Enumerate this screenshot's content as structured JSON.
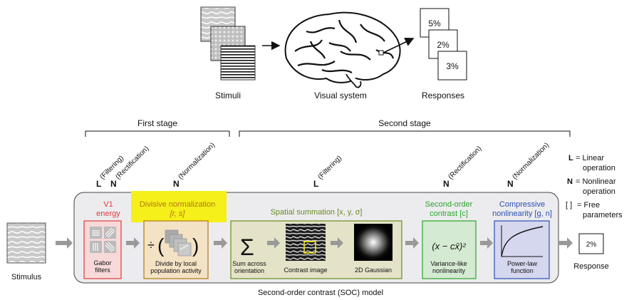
{
  "top": {
    "stimuli_label": "Stimuli",
    "visual_system_label": "Visual system",
    "responses_label": "Responses",
    "responses": [
      "5%",
      "2%",
      "3%"
    ]
  },
  "stages": {
    "first": "First stage",
    "second": "Second stage"
  },
  "operations": [
    {
      "letter": "L",
      "label": "(Filtering)"
    },
    {
      "letter": "N",
      "label": "(Rectification)"
    },
    {
      "letter": "N",
      "label": "(Normalization)"
    },
    {
      "letter": "L",
      "label": "(Filtering)"
    },
    {
      "letter": "N",
      "label": "(Rectification)"
    },
    {
      "letter": "N",
      "label": "(Normalization)"
    }
  ],
  "legend": {
    "l_key": "L",
    "l_text": [
      "= Linear",
      "operation"
    ],
    "n_key": "N",
    "n_text": [
      "= Nonlinear",
      "operation"
    ],
    "p_key": "[ ]",
    "p_text": [
      "= Free",
      "parameters"
    ]
  },
  "model": {
    "stimulus_label": "Stimulus",
    "response_label": "Response",
    "response_value": "2%",
    "caption": "Second-order contrast (SOC) model",
    "v1": {
      "title": [
        "V1",
        "energy"
      ],
      "caption": [
        "Gabor",
        "filters"
      ],
      "color": "#e03a3a"
    },
    "divnorm": {
      "title": "Divisive normalization",
      "params": "[r, s]",
      "caption": [
        "Divide by local",
        "population activity"
      ],
      "symbol": "÷",
      "color": "#b07a10",
      "highlight": "#f5ef1a"
    },
    "spatial": {
      "title": "Spatial summation [x, y, σ]",
      "sigma_symbol": "Σ",
      "captions": [
        [
          "Sum across",
          "orientation"
        ],
        [
          "Contrast image"
        ],
        [
          "2D Gaussian"
        ]
      ],
      "color": "#6a8a20"
    },
    "soc": {
      "title": [
        "Second-order",
        "contrast [c]"
      ],
      "formula": "(x − cx̄)²",
      "caption": [
        "Variance-like",
        "nonlinearity"
      ],
      "color": "#2aa62a"
    },
    "compressive": {
      "title": [
        "Compressive",
        "nonlinearity [g, n]"
      ],
      "caption": [
        "Power-law",
        "function"
      ],
      "color": "#2a4fb0"
    }
  }
}
